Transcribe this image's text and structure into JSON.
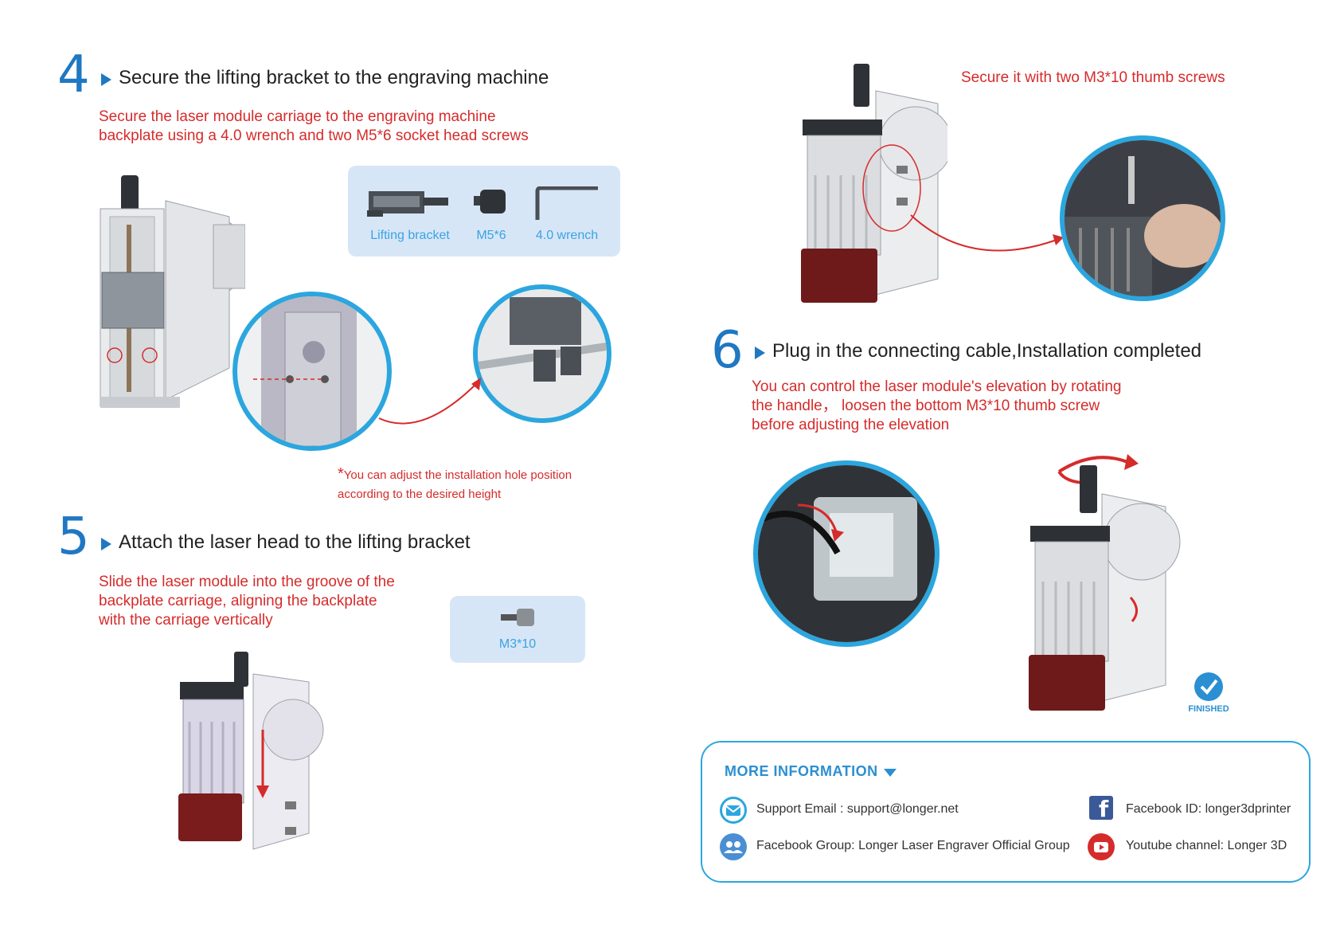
{
  "step4": {
    "number": "4",
    "title": "Secure the lifting bracket to the engraving machine",
    "desc_line1": "Secure the laser module carriage to the engraving machine",
    "desc_line2": "backplate using a 4.0 wrench and two M5*6 socket head screws",
    "parts": [
      "Lifting bracket",
      "M5*6",
      "4.0 wrench"
    ],
    "note_line1": "You can adjust the installation hole position",
    "note_line2": "according to the desired height",
    "note_mark": "*"
  },
  "step5": {
    "number": "5",
    "title": "Attach the laser head to the lifting bracket",
    "desc_line1": "Slide the laser module into the groove of the",
    "desc_line2": "backplate carriage, aligning the backplate",
    "desc_line3": "with the carriage vertically",
    "part": "M3*10"
  },
  "step5b": {
    "callout": "Secure it with two M3*10 thumb screws"
  },
  "step6": {
    "number": "6",
    "title": "Plug in the connecting cable,Installation completed",
    "desc_line1": "You can control the laser module's elevation by rotating",
    "desc_line2": "the handle， loosen the bottom M3*10 thumb screw",
    "desc_line3": "before adjusting the elevation",
    "finished": "FINISHED"
  },
  "more_info": {
    "title": "MORE INFORMATION",
    "email": "Support Email : support@longer.net",
    "group": "Facebook Group: Longer Laser Engraver Official Group",
    "facebook": "Facebook ID: longer3dprinter",
    "youtube": "Youtube channel: Longer 3D"
  },
  "colors": {
    "accent_blue": "#1f78c1",
    "light_blue": "#2ba6de",
    "text_red": "#d62b2b",
    "part_box": "#d7e6f7"
  }
}
